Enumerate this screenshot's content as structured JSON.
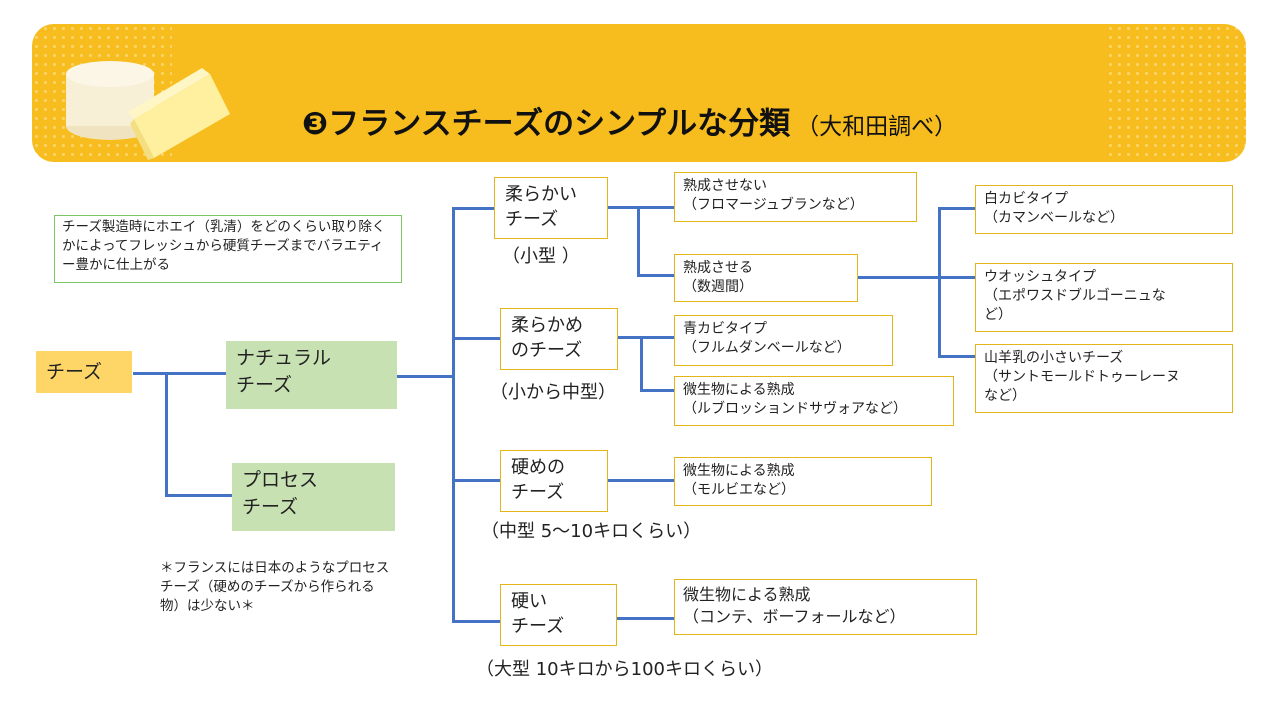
{
  "title": {
    "main": "❸フランスチーズのシンプルな分類",
    "sub": "（大和田調べ）"
  },
  "intro_note": "チーズ製造時にホエイ（乳清）をどのくらい取り除くかによってフレッシュから硬質チーズまでバラエティー豊かに仕上がる",
  "root": "チーズ",
  "natural": {
    "line1": "ナチュラル",
    "line2": "チーズ"
  },
  "process": {
    "line1": "プロセス",
    "line2": "チーズ"
  },
  "france_note": "＊フランスには日本のようなプロセスチーズ（硬めのチーズから作られる物）は少ない＊",
  "categories": [
    {
      "line1": "柔らかい",
      "line2": "チーズ",
      "size": "（小型 ）"
    },
    {
      "line1": "柔らかめ",
      "line2": "のチーズ",
      "size": "（小から中型）"
    },
    {
      "line1": "硬めの",
      "line2": "チーズ",
      "size": "（中型 5～10キロくらい）"
    },
    {
      "line1": "硬い",
      "line2": "チーズ",
      "size": "（大型 10キロから100キロくらい）"
    }
  ],
  "details": {
    "soft_unripened": {
      "line1": "熟成させない",
      "line2": "（フロマージュブランなど）"
    },
    "soft_ripened": {
      "line1": "熟成させる",
      "line2": "（数週間）"
    },
    "white_mold": {
      "line1": "白カビタイプ",
      "line2": "（カマンベールなど）"
    },
    "washed": {
      "line1": "ウオッシュタイプ",
      "line2": "（エポワスドブルゴーニュな",
      "line3": "ど）"
    },
    "goat": {
      "line1": "山羊乳の小さいチーズ",
      "line2": "（サントモールドトゥーレーヌ",
      "line3": "など）"
    },
    "blue_mold": {
      "line1": "青カビタイプ",
      "line2": "（フルムダンベールなど）"
    },
    "micro_semi": {
      "line1": "微生物による熟成",
      "line2": "（ルブロッションドサヴォアなど）"
    },
    "micro_firm": {
      "line1": "微生物による熟成",
      "line2": "（モルビエなど）"
    },
    "micro_hard": {
      "line1": "微生物による熟成",
      "line2": "（コンテ、ボーフォールなど）"
    }
  },
  "colors": {
    "banner": "#f7bd1f",
    "connector": "#4472c4",
    "green_fill": "#c8e1b3",
    "root_fill": "#fdd667"
  }
}
